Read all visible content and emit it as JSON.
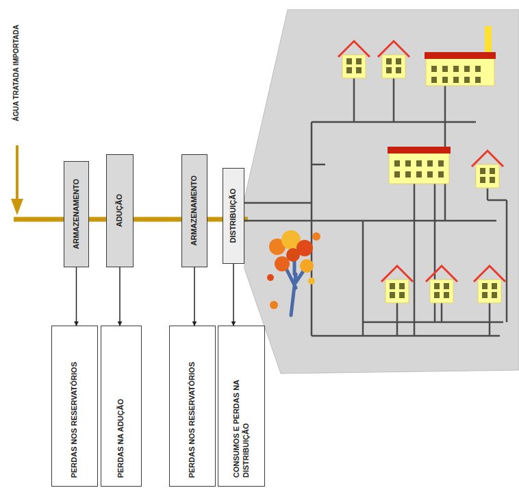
{
  "diagram": {
    "nodes": [
      {
        "text": [
          "ARMAZENAMENTO"
        ]
      },
      {
        "text": [
          "ADUÇÃO"
        ]
      },
      {
        "text": [
          "ARMAZENAMENTO"
        ]
      },
      {
        "text": [
          "DISTRIBUIÇÃO"
        ]
      },
      {
        "text": [
          "PERDAS NOS RESERVATÓRIOS"
        ]
      },
      {
        "text": [
          "PERDAS NA ADUÇÃO"
        ]
      },
      {
        "text": [
          "PERDAS NOS RESERVATÓRIOS"
        ]
      },
      {
        "text": [
          "CONSUMOS E PERDAS NA DISTRIBUIÇÃO"
        ]
      }
    ],
    "edges": [
      {
        "from": 0,
        "to": 1,
        "arrow": "none"
      },
      {
        "from": 1,
        "to": 2,
        "arrow": "none"
      },
      {
        "from": 2,
        "to": 3,
        "arrow": "none"
      },
      {
        "from": 0,
        "to": 4,
        "arrow": "to"
      },
      {
        "from": 1,
        "to": 5,
        "arrow": "to"
      },
      {
        "from": 2,
        "to": 6,
        "arrow": "to"
      },
      {
        "from": 3,
        "to": 7,
        "arrow": "to"
      }
    ],
    "labels": [
      "ÁGUA TRATADA IMPORTADA"
    ]
  }
}
